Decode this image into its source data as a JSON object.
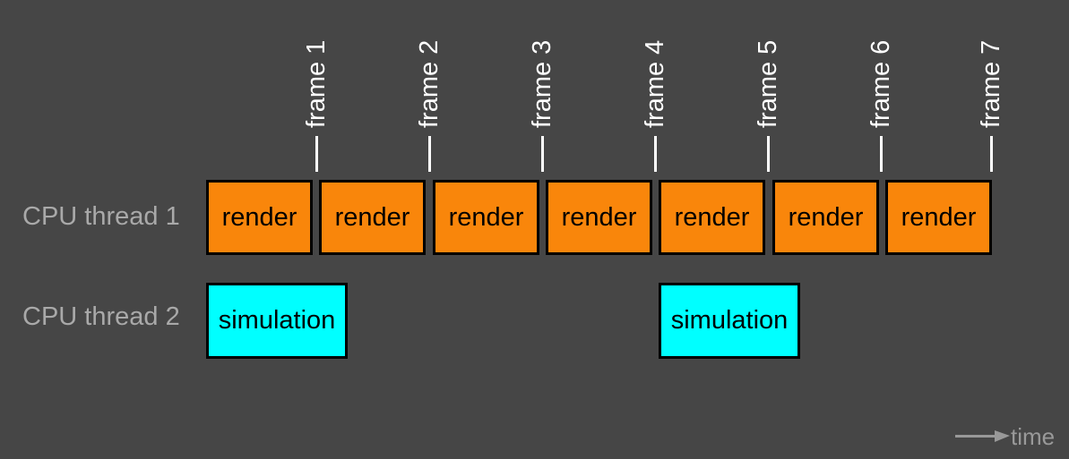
{
  "colors": {
    "background": "#464646",
    "render_fill": "#F9860B",
    "simulation_fill": "#00FFFF",
    "box_border": "#000000",
    "frame_text": "#FFFFFF",
    "thread_text": "#A9A9A9",
    "time_text": "#999999",
    "tick": "#FFFFFF"
  },
  "frames": [
    "frame 1",
    "frame 2",
    "frame 3",
    "frame 4",
    "frame 5",
    "frame 6",
    "frame 7"
  ],
  "threads": {
    "thread1": {
      "label": "CPU thread 1",
      "blocks": [
        "render",
        "render",
        "render",
        "render",
        "render",
        "render",
        "render"
      ]
    },
    "thread2": {
      "label": "CPU thread 2",
      "blocks": [
        "simulation",
        "simulation"
      ]
    }
  },
  "time_axis": {
    "label": "time"
  }
}
